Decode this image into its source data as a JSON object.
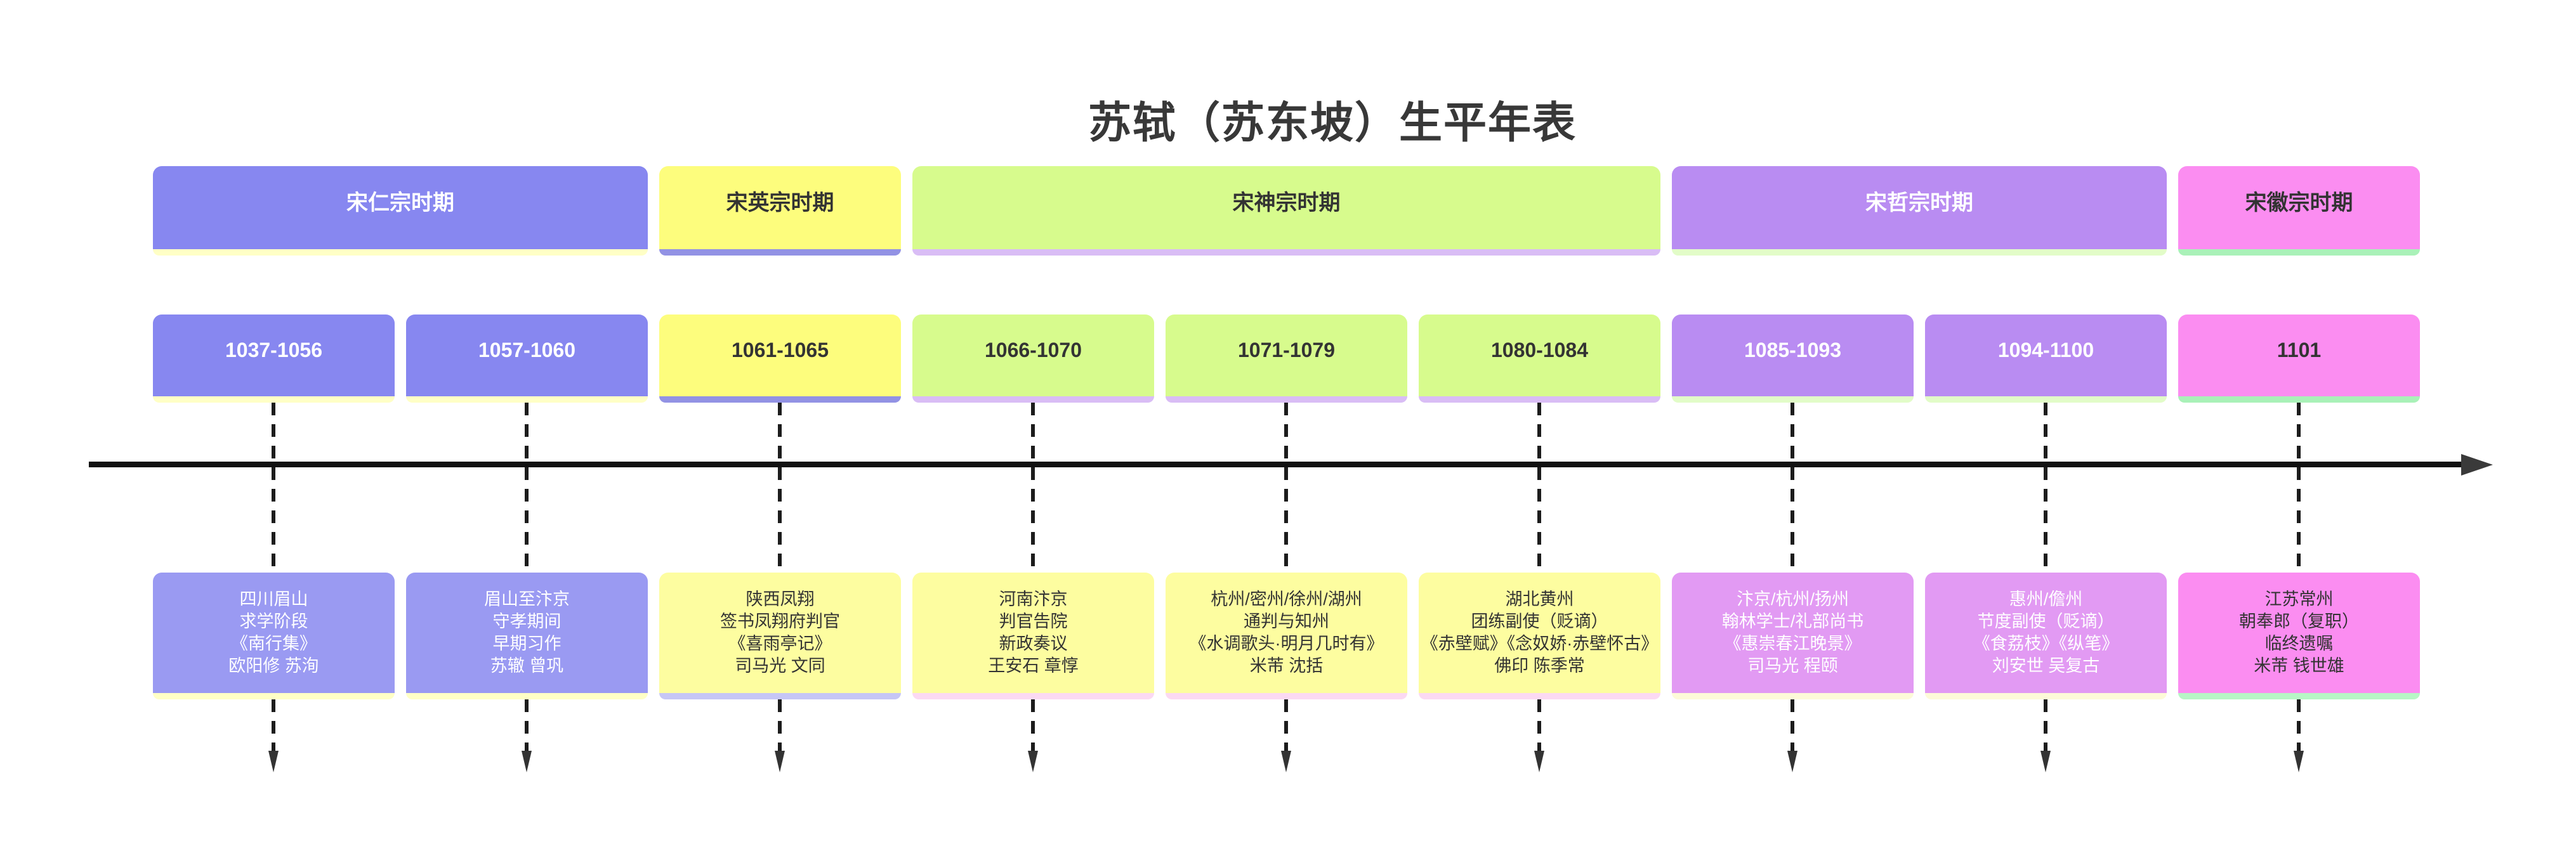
{
  "title": {
    "text": "苏轼（苏东坡）生平年表",
    "color": "#383838"
  },
  "sections": [
    {
      "label": "宋仁宗时期",
      "span": 2,
      "fill": "#8787f0",
      "text_color": "#ffffff",
      "strip": "#ffffc6"
    },
    {
      "label": "宋英宗时期",
      "span": 1,
      "fill": "#fdfd7d",
      "text_color": "#333333",
      "strip": "#9292e4"
    },
    {
      "label": "宋神宗时期",
      "span": 3,
      "fill": "#d7fb8d",
      "text_color": "#333333",
      "strip": "#d9bdf5"
    },
    {
      "label": "宋哲宗时期",
      "span": 2,
      "fill": "#b98cf2",
      "text_color": "#ffffff",
      "strip": "#e2fcc8"
    },
    {
      "label": "宋徽宗时期",
      "span": 1,
      "fill": "#fb8df1",
      "text_color": "#333333",
      "strip": "#a9f1b8"
    }
  ],
  "periods": [
    {
      "range": "1037-1056",
      "fill": "#8787f0",
      "text_color": "#ffffff",
      "strip": "#ffffc6"
    },
    {
      "range": "1057-1060",
      "fill": "#8787f0",
      "text_color": "#ffffff",
      "strip": "#ffffc6"
    },
    {
      "range": "1061-1065",
      "fill": "#fdfd7d",
      "text_color": "#333333",
      "strip": "#9292e4"
    },
    {
      "range": "1066-1070",
      "fill": "#d7fb8d",
      "text_color": "#333333",
      "strip": "#d9bdf5"
    },
    {
      "range": "1071-1079",
      "fill": "#d7fb8d",
      "text_color": "#333333",
      "strip": "#d9bdf5"
    },
    {
      "range": "1080-1084",
      "fill": "#d7fb8d",
      "text_color": "#333333",
      "strip": "#d9bdf5"
    },
    {
      "range": "1085-1093",
      "fill": "#b98cf2",
      "text_color": "#ffffff",
      "strip": "#e2fcc8"
    },
    {
      "range": "1094-1100",
      "fill": "#b98cf2",
      "text_color": "#ffffff",
      "strip": "#e2fcc8"
    },
    {
      "range": "1101",
      "fill": "#fb8df1",
      "text_color": "#333333",
      "strip": "#a9f1b8"
    }
  ],
  "events": [
    {
      "text": "四川眉山\n求学阶段\n《南行集》\n欧阳修 苏洵",
      "fill": "#9a9af2",
      "text_color": "#ffffff",
      "strip": "#ffffc6"
    },
    {
      "text": "眉山至汴京\n守孝期间\n早期习作\n苏辙 曾巩",
      "fill": "#9a9af2",
      "text_color": "#ffffff",
      "strip": "#ffffc6"
    },
    {
      "text": "陕西凤翔\n签书凤翔府判官\n《喜雨亭记》\n司马光 文同",
      "fill": "#fdfda0",
      "text_color": "#333333",
      "strip": "#c6c6f5"
    },
    {
      "text": "河南汴京\n判官告院\n新政奏议\n王安石 章惇",
      "fill": "#fdfda0",
      "text_color": "#333333",
      "strip": "#fbd9f2"
    },
    {
      "text": "杭州/密州/徐州/湖州\n通判与知州\n《水调歌头·明月几时有》\n米芾 沈括",
      "fill": "#fdfda0",
      "text_color": "#333333",
      "strip": "#fbd9f2"
    },
    {
      "text": "湖北黄州\n团练副使（贬谪）\n《赤壁赋》《念奴娇·赤壁怀古》\n佛印 陈季常",
      "fill": "#fdfda0",
      "text_color": "#333333",
      "strip": "#fbd9f2"
    },
    {
      "text": "汴京/杭州/扬州\n翰林学士/礼部尚书\n《惠崇春江晚景》\n司马光 程颐",
      "fill": "#e29af3",
      "text_color": "#ffffff",
      "strip": "#fdfad8"
    },
    {
      "text": "惠州/儋州\n节度副使（贬谪）\n《食荔枝》《纵笔》\n刘安世 吴复古",
      "fill": "#e29af3",
      "text_color": "#ffffff",
      "strip": "#fdfad8"
    },
    {
      "text": "江苏常州\n朝奉郎（复职）\n临终遗嘱\n米芾 钱世雄",
      "fill": "#fb8df1",
      "text_color": "#333333",
      "strip": "#b7f6c6"
    }
  ],
  "axis": {
    "line_color": "#111111",
    "arrow_color": "#3a3a3a",
    "connector_color": "#1c1c1c"
  }
}
